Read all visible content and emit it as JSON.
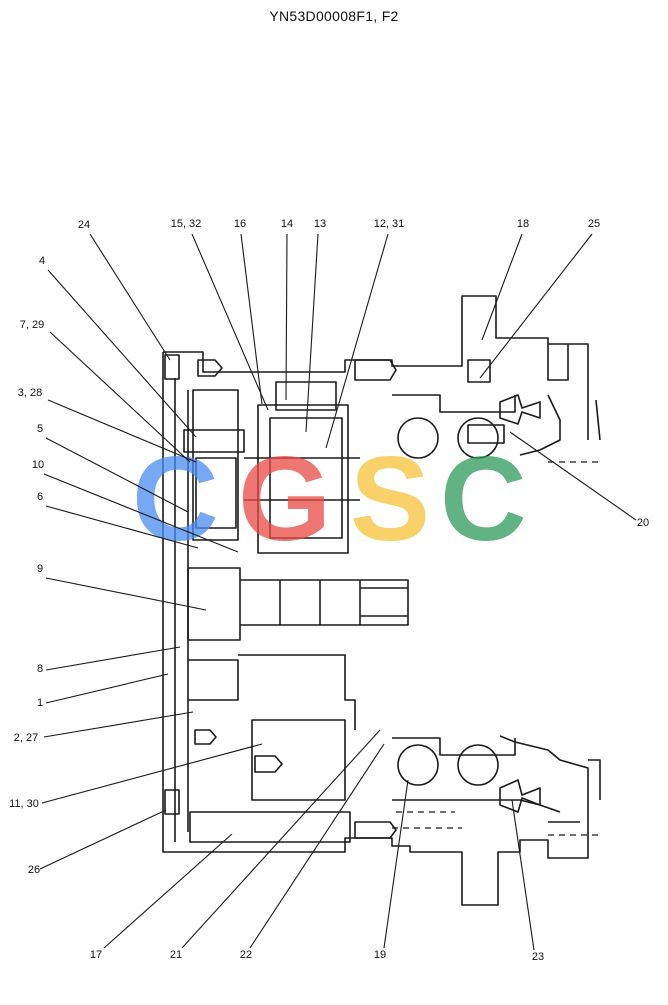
{
  "title": "YN53D00008F1, F2",
  "watermark": {
    "letters": [
      "C",
      "G",
      "S",
      "C"
    ],
    "colors": [
      "#4a8cf0",
      "#ea4a45",
      "#f6c338",
      "#2e9a5a"
    ]
  },
  "callouts": [
    {
      "label": "24"
    },
    {
      "label": "4"
    },
    {
      "label": "7, 29"
    },
    {
      "label": "3, 28"
    },
    {
      "label": "5"
    },
    {
      "label": "10"
    },
    {
      "label": "6"
    },
    {
      "label": "9"
    },
    {
      "label": "8"
    },
    {
      "label": "1"
    },
    {
      "label": "2, 27"
    },
    {
      "label": "11, 30"
    },
    {
      "label": "26"
    },
    {
      "label": "17"
    },
    {
      "label": "21"
    },
    {
      "label": "22"
    },
    {
      "label": "19"
    },
    {
      "label": "23"
    },
    {
      "label": "20"
    },
    {
      "label": "25"
    },
    {
      "label": "18"
    },
    {
      "label": "12, 31"
    },
    {
      "label": "13"
    },
    {
      "label": "14"
    },
    {
      "label": "16"
    },
    {
      "label": "15, 32"
    }
  ]
}
